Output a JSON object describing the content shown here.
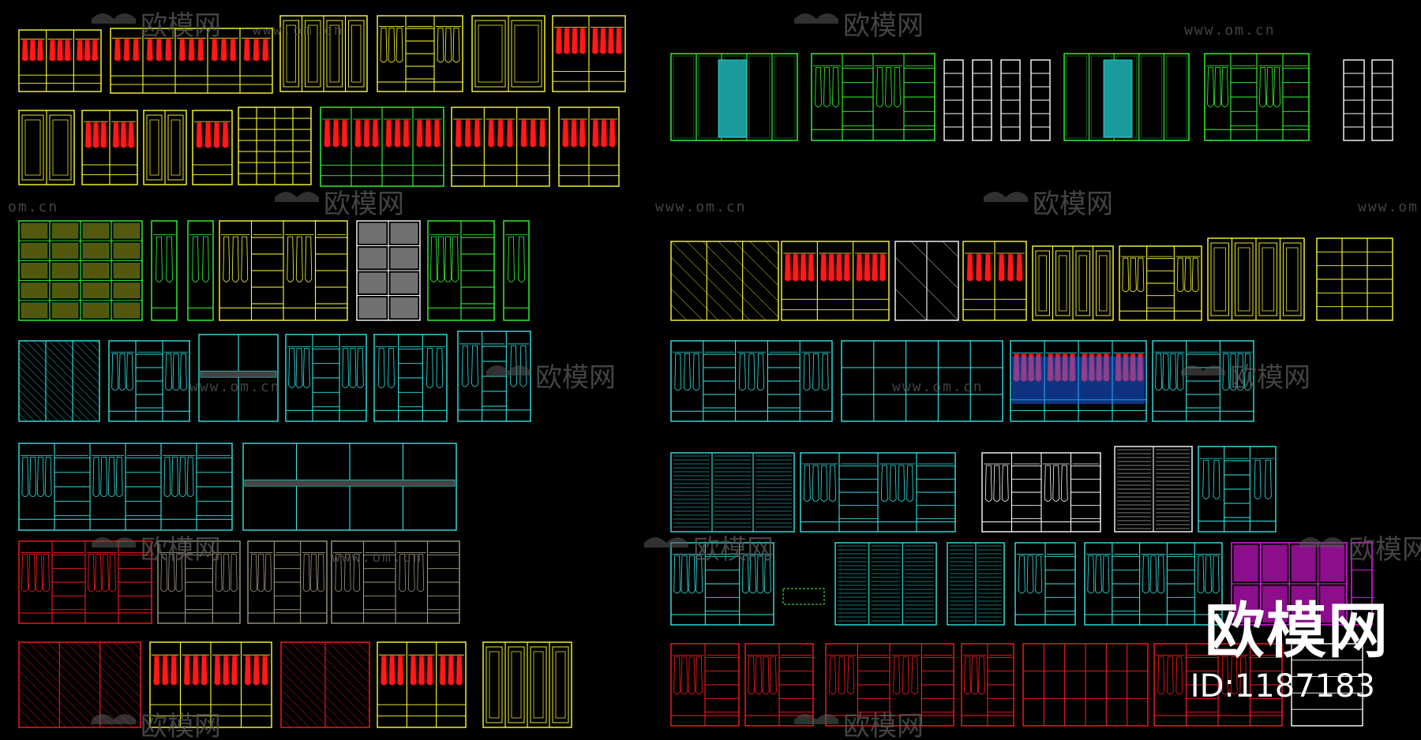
{
  "watermark": {
    "site_name": "欧模网",
    "url": "www.om.cn",
    "url_short": "om.cn"
  },
  "brand": {
    "logo_text": "欧模网",
    "id_text": "ID:1187183"
  },
  "colors": {
    "background": "#000000",
    "yellow": "#ffff33",
    "red": "#ff1a1a",
    "green": "#33ff33",
    "cyan": "#33e6e6",
    "blue": "#1a66ff",
    "magenta": "#ff1aff",
    "white": "#ffffff",
    "gray": "#a09a80",
    "watermark": "#5a5a5a"
  },
  "layers": [
    "yellow",
    "red",
    "green",
    "cyan",
    "blue",
    "magenta",
    "white",
    "gray"
  ]
}
